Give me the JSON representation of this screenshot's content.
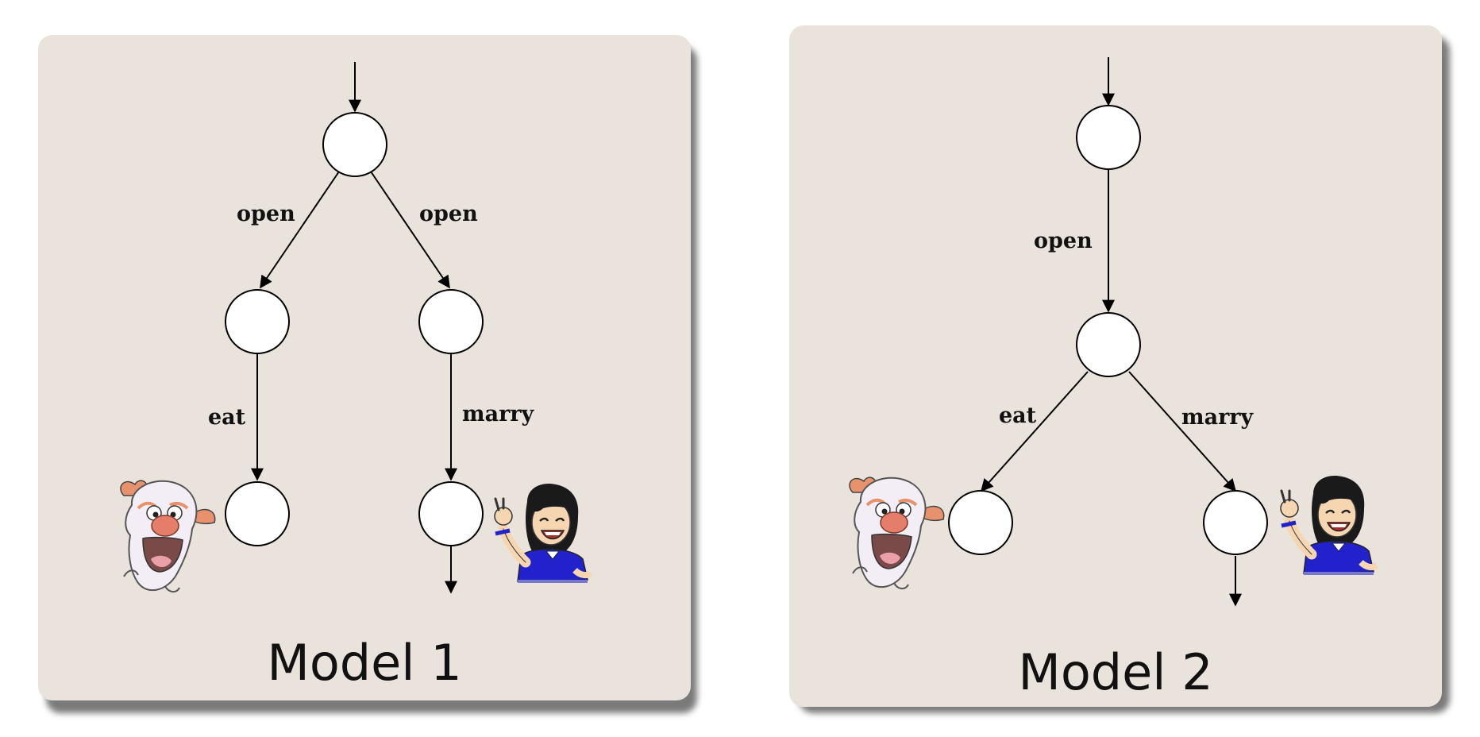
{
  "models": [
    {
      "title": "Model 1",
      "edge_labels": {
        "left_open": "open",
        "right_open": "open",
        "eat": "eat",
        "marry": "marry"
      }
    },
    {
      "title": "Model 2",
      "edge_labels": {
        "open": "open",
        "eat": "eat",
        "marry": "marry"
      }
    }
  ],
  "colors": {
    "card": "#e9e3dc",
    "shadow": "#7a7a7a",
    "state_fill": "#ffffff",
    "line": "#000000"
  },
  "icons": [
    "tigger-character-icon",
    "girl-character-icon"
  ]
}
